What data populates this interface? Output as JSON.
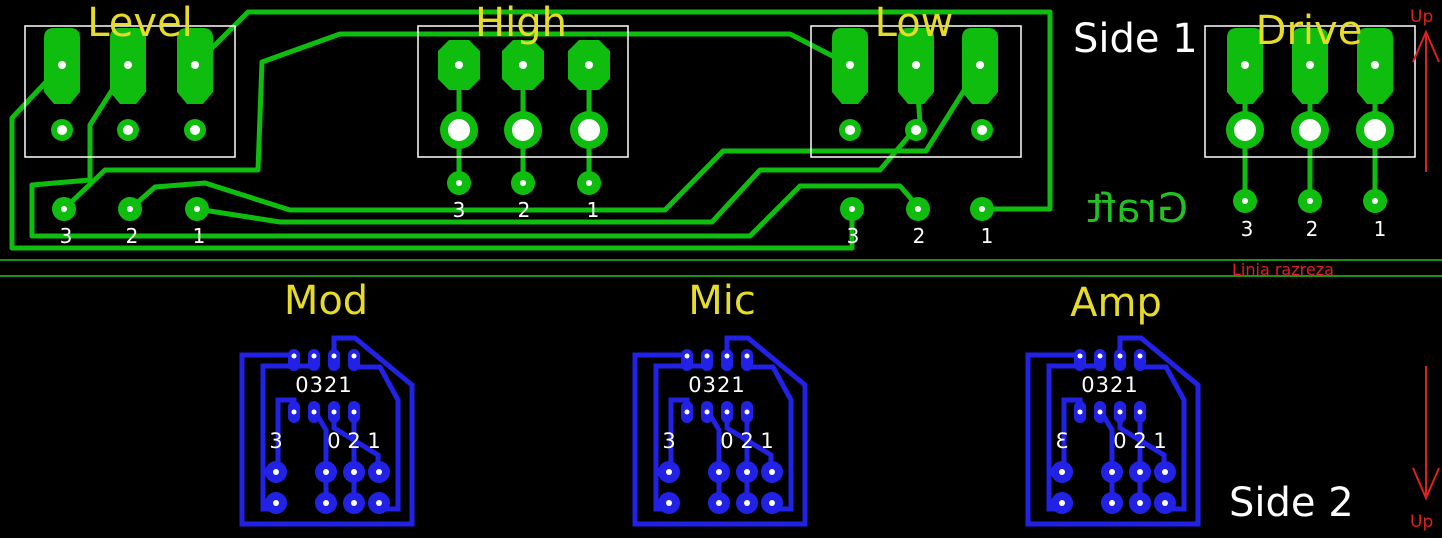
{
  "colors": {
    "background": "#000000",
    "copper_top": "#0fbd0f",
    "copper_bottom": "#2222e6",
    "silkscreen_outline": "#ffffff",
    "label_yellow": "#e6dc28",
    "label_white": "#ffffff",
    "cut_line": "#22c122",
    "arrow_red": "#e0201e"
  },
  "side1": {
    "title": "Side 1",
    "mirrored_label": "Graft",
    "pots": [
      {
        "name": "Level",
        "pins": [
          "3",
          "2",
          "1"
        ]
      },
      {
        "name": "High",
        "pins": [
          "3",
          "2",
          "1"
        ]
      },
      {
        "name": "Low",
        "pins": [
          "3",
          "2",
          "1"
        ]
      },
      {
        "name": "Drive",
        "pins": [
          "3",
          "2",
          "1"
        ]
      }
    ]
  },
  "cut_line_label": "Linia razreza",
  "side2": {
    "title": "Side 2",
    "switches": [
      {
        "name": "Mod",
        "top_pins": "0321",
        "bottom_left": "3",
        "bottom_right": "0 2 1"
      },
      {
        "name": "Mic",
        "top_pins": "0321",
        "bottom_left": "3",
        "bottom_right": "0 2 1"
      },
      {
        "name": "Amp",
        "top_pins": "0321",
        "bottom_left": "3",
        "bottom_right": "0 2 1"
      }
    ]
  },
  "arrows": {
    "top_label": "Up",
    "bottom_label": "Up"
  }
}
